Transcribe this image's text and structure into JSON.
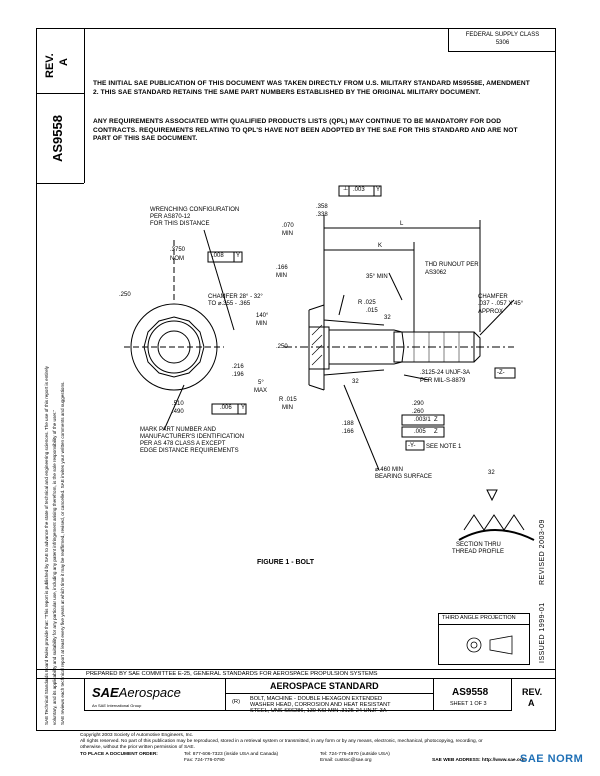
{
  "rev_label": "REV.",
  "rev_value": "A",
  "doc_number": "AS9558",
  "fsc": {
    "line1": "FEDERAL SUPPLY CLASS",
    "line2": "5306"
  },
  "side_notice": {
    "line1": "SAE Technical Standards Board Rules provide that: \"This report is published by SAE to advance the state of technical and engineering sciences. The use of this report is entirely",
    "line2": "voluntary, and its applicability and suitability for any particular use, including any patent infringement arising therefrom, is the sole responsibility of the user.\"",
    "line3": "SAE reviews each technical report at least every five years at which time it may be reaffirmed, revised, or cancelled. SAE invites your written comments and suggestions."
  },
  "para1": "THE INITIAL SAE PUBLICATION OF THIS DOCUMENT WAS TAKEN DIRECTLY FROM U.S. MILITARY STANDARD MS9558E, AMENDMENT 2. THIS SAE STANDARD RETAINS THE SAME PART NUMBERS ESTABLISHED BY THE ORIGINAL MILITARY DOCUMENT.",
  "para2": "ANY REQUIREMENTS ASSOCIATED WITH QUALIFIED PRODUCTS LISTS (QPL) MAY CONTINUE TO BE MANDATORY FOR DOD CONTRACTS. REQUIREMENTS RELATING TO QPL'S HAVE NOT BEEN ADOPTED BY THE SAE FOR THIS STANDARD AND ARE NOT PART OF THIS SAE DOCUMENT.",
  "drawing": {
    "wrench_l1": "WRENCHING CONFIGURATION",
    "wrench_l2": "PER AS870-12",
    "wrench_l3": "FOR THIS DISTANCE",
    "dim_3750": ".3750",
    "nom": "NOM",
    "fc_008": ".008",
    "fc_y": "Y",
    "dim_250a": ".250",
    "dim_070": ".070",
    "min_a": "MIN",
    "dim_358": ".358",
    "dim_338": ".338",
    "fc_top_perp": "⊥",
    "fc_top_val": ".003",
    "fc_top_y": "Y",
    "dim_l": "L",
    "dim_k": "K",
    "thd_runout_l1": "THD RUNOUT PER",
    "thd_runout_l2": "AS3062",
    "dim_166": ".166",
    "min_b": "MIN",
    "deg35": "35° MIN",
    "chamfer_l1": "CHAMFER 28° - 32°",
    "chamfer_l2": "TO ⌀.355 - .365",
    "r_l1": "R .025",
    "r_l2": ".015",
    "chamfer_r_l1": "CHAMFER",
    "chamfer_r_l2": ".037 - .057 X 45°",
    "chamfer_r_l3": "APPROX",
    "deg140_l1": "140°",
    "deg140_l2": "MIN",
    "dim_250b": ".250",
    "dim_32a": "32",
    "dim_216": ".216",
    "dim_196": ".196",
    "deg5_l1": "5°",
    "deg5_l2": "MAX",
    "thread_l1": ".3125-24 UNJF-3A",
    "thread_l2": "PER MIL-S-8879",
    "thread_z": "-Z-",
    "dim_510": ".510",
    "dim_490": ".490",
    "fc_006": ".006",
    "fc_y2": "Y",
    "r015_l1": "R .015",
    "r015_l2": "MIN",
    "dim_32b": "32",
    "dim_290": ".290",
    "dim_260": ".260",
    "fc_0031": ".003/1",
    "fc_z": "Z",
    "fc_005": ".005",
    "fc_z2": "Z",
    "y_datum": "-Y-",
    "see_note": "SEE NOTE 1",
    "dim_188": ".188",
    "dim_166b": ".166",
    "mark_l1": "MARK PART NUMBER AND",
    "mark_l2": "MANUFACTURER'S IDENTIFICATION",
    "mark_l3": "PER AS 478 CLASS A EXCEPT",
    "mark_l4": "EDGE DISTANCE REQUIREMENTS",
    "bearing_l1": "⌀.460 MIN",
    "bearing_l2": "BEARING SURFACE",
    "dim_32c": "32",
    "section_l1": "SECTION THRU",
    "section_l2": "THREAD PROFILE",
    "figure_caption": "FIGURE 1 - BOLT"
  },
  "revised": "REVISED 2003-09",
  "issued": "ISSUED 1999-01",
  "thd_angle_proj": "THIRD ANGLE PROJECTION",
  "prepared_by": "PREPARED BY SAE COMMITTEE E-25, GENERAL STANDARDS FOR AEROSPACE PROPULSION SYSTEMS",
  "logo_sae": "SAE",
  "logo_aero": "Aerospace",
  "logo_sub": "An SAE International Group",
  "std_heading": "AEROSPACE STANDARD",
  "r_mark": "(R)",
  "std_title_l1": "BOLT, MACHINE - DOUBLE HEXAGON EXTENDED",
  "std_title_l2": "WASHER HEAD, CORROSION AND HEAT RESISTANT",
  "std_title_l3": "STEEL, UNS S66286, 130 KSI MIN .3125-24 UNJF-3A",
  "doc_num_box": "AS9558",
  "sheet": "SHEET 1 OF 3",
  "rev_box_label": "REV.",
  "rev_box_value": "A",
  "footer": {
    "copyright": "Copyright 2003 Society of Automotive Engineers, Inc.",
    "rights1": "All rights reserved. No part of this publication may be reproduced, stored in a retrieval system or transmitted, in any form or by any means, electronic, mechanical, photocopying, recording, or",
    "rights2": "otherwise, without the prior written permission of SAE.",
    "order_label": "TO PLACE A DOCUMENT ORDER:",
    "tel1": "Tel: 877-606-7323 (inside USA and Canada)",
    "tel2": "Tel: 724-776-4970 (outside USA)",
    "fax": "Fax: 724-776-0790",
    "email": "Email: custsvc@sae.org",
    "web": "SAE WEB ADDRESS: http://www.sae.org"
  },
  "watermark": "SAE NORM"
}
